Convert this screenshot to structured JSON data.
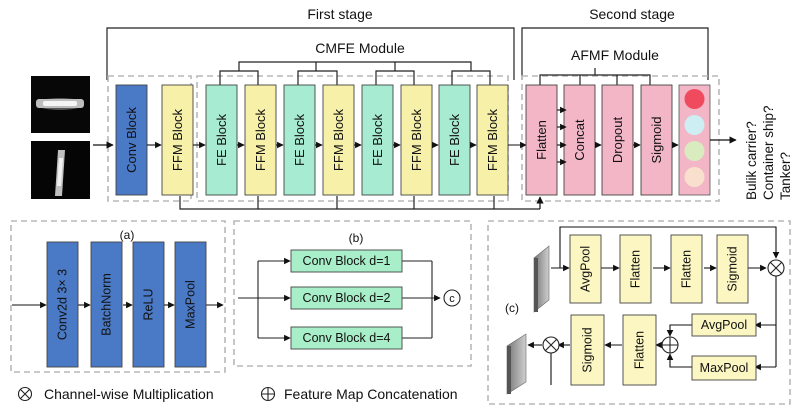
{
  "stages": {
    "first": "First stage",
    "second": "Second stage"
  },
  "modules": {
    "cmfe": "CMFE Module",
    "afmf": "AFMF Module"
  },
  "main_blocks": [
    "Conv Block",
    "FFM Block",
    "FE Block",
    "FFM Block",
    "FE Block",
    "FFM Block",
    "FE Block",
    "FFM Block",
    "FE Block",
    "FFM Block"
  ],
  "afmf_blocks": [
    "Flatten",
    "Concat",
    "Dropout",
    "Sigmoid"
  ],
  "outputs": [
    "Bulik carrier?",
    "Container ship?",
    "Tanker?"
  ],
  "panel_a": {
    "label": "(a)",
    "blocks": [
      "Conv2d 3× 3",
      "BatchNorm",
      "ReLU",
      "MaxPool"
    ]
  },
  "panel_b": {
    "label": "(b)",
    "blocks": [
      "Conv Block d=1",
      "Conv Block d=2",
      "Conv Block d=4"
    ],
    "concat_symbol": "c"
  },
  "panel_c": {
    "label": "(c)",
    "top_blocks": [
      "AvgPool",
      "Flatten",
      "Flatten",
      "Sigmoid"
    ],
    "bottom_blocks": [
      "Sigmoid",
      "Flatten"
    ],
    "pool_blocks": [
      "AvgPool",
      "MaxPool"
    ]
  },
  "legend": {
    "multiply": "Channel-wise Multiplication",
    "concat": "Feature Map Concatenation"
  },
  "colors": {
    "conv": "#4a79c6",
    "ffm": "#f7f0a8",
    "fe": "#a6ebd2",
    "afmf": "#f2b6c6",
    "yellow_box": "#fbf6c2",
    "green_box": "#a8eec8",
    "dot_red": "#f04a5f",
    "dot_cyan": "#cdeef3",
    "dot_green": "#d8ecc0",
    "dot_peach": "#f9e0cc"
  }
}
